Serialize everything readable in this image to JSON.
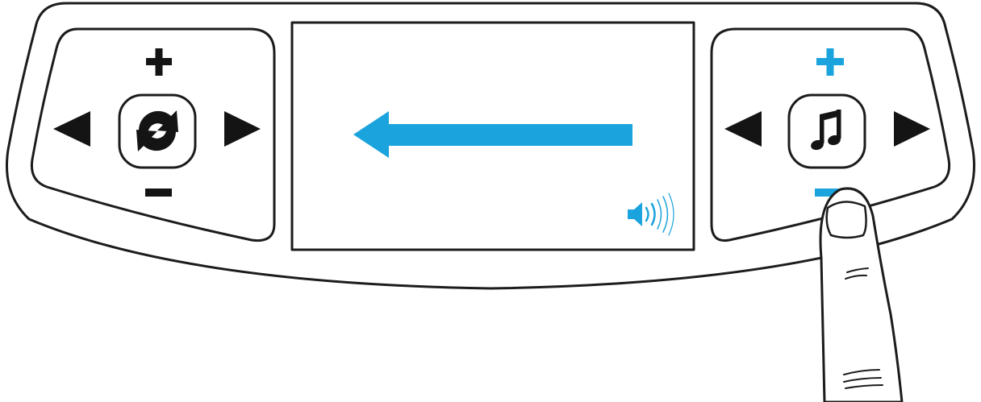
{
  "colors": {
    "outline": "#1c1c1c",
    "ink": "#141414",
    "accent": "#1aa3dc",
    "background": "#ffffff"
  },
  "left_pad": {
    "center_icon": "refresh-icon",
    "top_symbol": "plus",
    "bottom_symbol": "minus",
    "left_symbol": "triangle-left",
    "right_symbol": "triangle-right",
    "symbol_color": "ink"
  },
  "right_pad": {
    "center_icon": "music-note-icon",
    "top_symbol": "plus",
    "bottom_symbol": "minus",
    "left_symbol": "triangle-left",
    "right_symbol": "triangle-right",
    "plus_minus_color": "accent"
  },
  "screen": {
    "main_icon": "arrow-left-icon",
    "corner_icon": "speaker-volume-icon"
  },
  "finger": {
    "pressing": "right-pad-minus"
  }
}
